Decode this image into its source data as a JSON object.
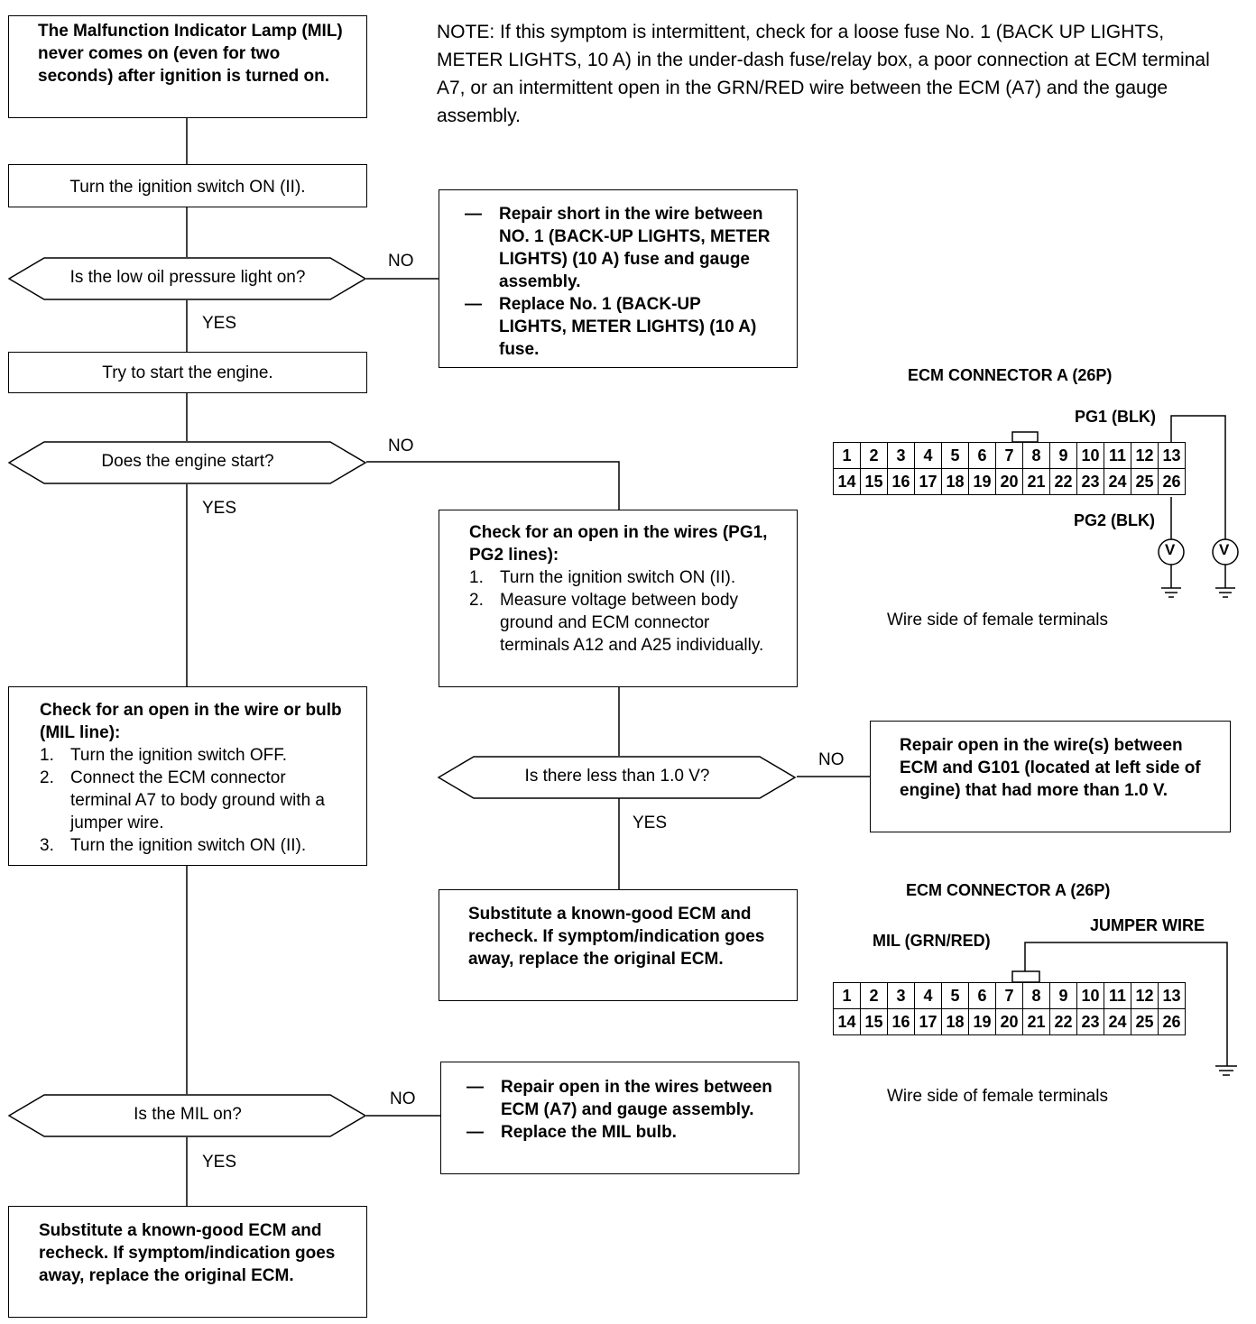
{
  "start": "The Malfunction Indicator Lamp (MIL) never comes on (even for two seconds) after ignition is turned on.",
  "note": "NOTE: If this symptom is intermittent, check for a loose fuse No. 1 (BACK UP LIGHTS, METER LIGHTS, 10 A) in the under-dash fuse/relay box, a poor connection at ECM terminal A7, or an intermittent open in the GRN/RED wire between the ECM (A7) and the gauge assembly.",
  "step_ignition": "Turn the ignition switch ON (II).",
  "q_oil": "Is the low oil pressure light on?",
  "repair_fuse": [
    "Repair short in the wire between NO. 1 (BACK-UP LIGHTS, METER LIGHTS) (10 A) fuse and gauge assembly.",
    "Replace No. 1 (BACK-UP LIGHTS, METER LIGHTS) (10 A) fuse."
  ],
  "step_start": "Try to start the engine.",
  "q_start": "Does the engine start?",
  "check_pg": {
    "title": "Check for an open in the wires (PG1, PG2 lines):",
    "steps": [
      {
        "n": "1.",
        "t": "Turn the ignition switch ON (II)."
      },
      {
        "n": "2.",
        "t": "Measure voltage between body ground and ECM connector terminals A12 and A25 individually."
      }
    ]
  },
  "q_voltage": "Is there less than 1.0 V?",
  "repair_g101": "Repair open in the wire(s) between ECM and G101 (located at left side of engine) that had more than 1.0 V.",
  "substitute_1": "Substitute a known-good ECM and recheck. If symptom/indication goes away, replace the original ECM.",
  "check_mil": {
    "title": "Check for an open in the wire or bulb (MIL line):",
    "steps": [
      {
        "n": "1.",
        "t": "Turn the ignition switch OFF."
      },
      {
        "n": "2.",
        "t": "Connect the ECM connector terminal A7 to body ground with a jumper wire."
      },
      {
        "n": "3.",
        "t": "Turn the ignition switch ON (II)."
      }
    ]
  },
  "q_mil": "Is the MIL on?",
  "repair_mil": [
    "Repair open in the wires between ECM (A7) and gauge assembly.",
    "Replace the MIL bulb."
  ],
  "substitute_2": "Substitute a known-good ECM and recheck. If symptom/indication goes away, replace the original ECM.",
  "labels": {
    "no": "NO",
    "yes": "YES"
  },
  "connector1": {
    "title": "ECM CONNECTOR A (26P)",
    "pg1": "PG1 (BLK)",
    "pg2": "PG2 (BLK)",
    "meter": "V",
    "caption": "Wire side of female terminals",
    "row1": [
      "1",
      "2",
      "3",
      "4",
      "5",
      "6",
      "7",
      "8",
      "9",
      "10",
      "11",
      "12",
      "13"
    ],
    "row2": [
      "14",
      "15",
      "16",
      "17",
      "18",
      "19",
      "20",
      "21",
      "22",
      "23",
      "24",
      "25",
      "26"
    ]
  },
  "connector2": {
    "title": "ECM CONNECTOR A (26P)",
    "mil": "MIL (GRN/RED)",
    "jumper": "JUMPER WIRE",
    "caption": "Wire side of female terminals",
    "row1": [
      "1",
      "2",
      "3",
      "4",
      "5",
      "6",
      "7",
      "8",
      "9",
      "10",
      "11",
      "12",
      "13"
    ],
    "row2": [
      "14",
      "15",
      "16",
      "17",
      "18",
      "19",
      "20",
      "21",
      "22",
      "23",
      "24",
      "25",
      "26"
    ]
  }
}
